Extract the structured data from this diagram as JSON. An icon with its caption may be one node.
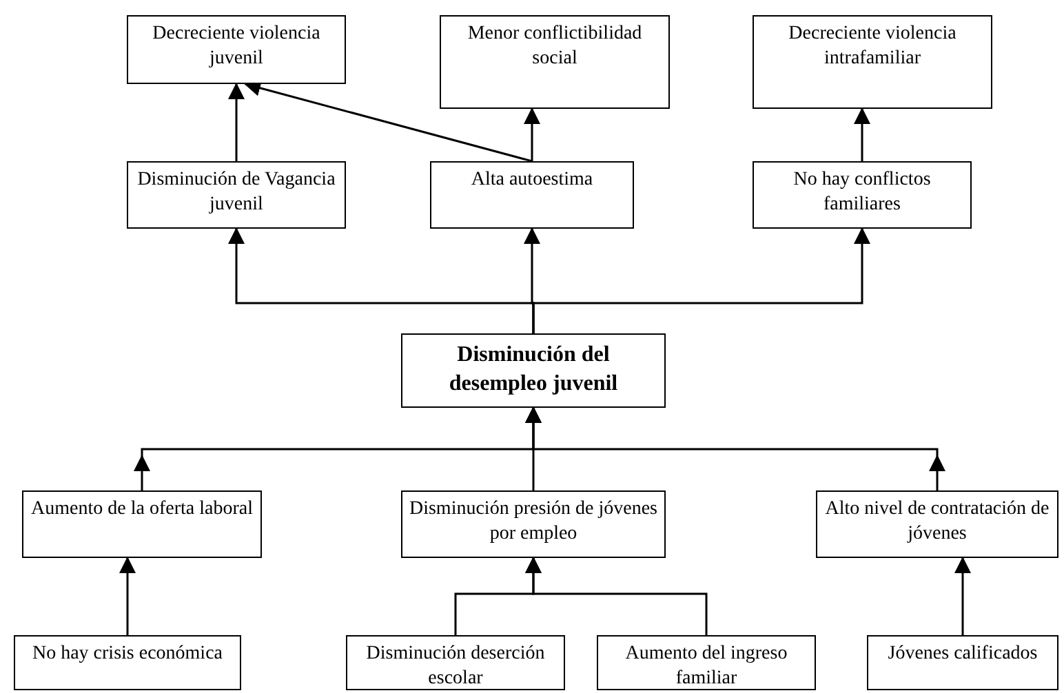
{
  "diagram": {
    "nodes": [
      {
        "text": [
          "Decreciente violencia juvenil"
        ]
      },
      {
        "text": [
          "Menor conflictibilidad social"
        ]
      },
      {
        "text": [
          "Decreciente violencia intrafamiliar"
        ]
      },
      {
        "text": [
          "Disminución de Vagancia juvenil"
        ]
      },
      {
        "text": [
          "Alta autoestima"
        ]
      },
      {
        "text": [
          "No hay conflictos familiares"
        ]
      },
      {
        "text": [
          "Disminución del desempleo juvenil"
        ]
      },
      {
        "text": [
          "Aumento de la oferta laboral"
        ]
      },
      {
        "text": [
          "Disminución presión de jóvenes por empleo"
        ]
      },
      {
        "text": [
          "Alto nivel de contratación de jóvenes"
        ]
      },
      {
        "text": [
          "No hay crisis económica"
        ]
      },
      {
        "text": [
          "Disminución deserción escolar"
        ]
      },
      {
        "text": [
          "Aumento del ingreso familiar"
        ]
      },
      {
        "text": [
          "Jóvenes calificados"
        ]
      }
    ],
    "edges": [
      {
        "from": 3,
        "to": 0,
        "arrow": "to"
      },
      {
        "from": 4,
        "to": 0,
        "arrow": "to"
      },
      {
        "from": 4,
        "to": 1,
        "arrow": "to"
      },
      {
        "from": 5,
        "to": 2,
        "arrow": "to"
      },
      {
        "from": 6,
        "to": 3,
        "arrow": "to"
      },
      {
        "from": 6,
        "to": 4,
        "arrow": "to"
      },
      {
        "from": 6,
        "to": 5,
        "arrow": "to"
      },
      {
        "from": 7,
        "to": 6,
        "arrow": "to"
      },
      {
        "from": 8,
        "to": 6,
        "arrow": "to"
      },
      {
        "from": 9,
        "to": 6,
        "arrow": "to"
      },
      {
        "from": 10,
        "to": 7,
        "arrow": "to"
      },
      {
        "from": 11,
        "to": 8,
        "arrow": "to"
      },
      {
        "from": 12,
        "to": 8,
        "arrow": "to"
      },
      {
        "from": 13,
        "to": 9,
        "arrow": "to"
      }
    ]
  }
}
